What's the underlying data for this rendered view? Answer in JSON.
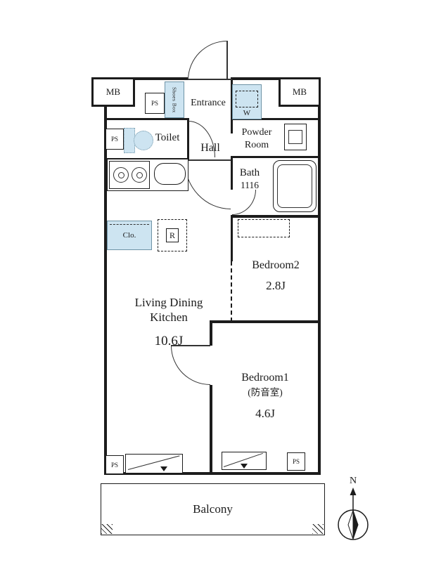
{
  "labels": {
    "mb": "MB",
    "ps": "PS",
    "shoes_box": "Shoes Box",
    "entrance": "Entrance",
    "washer": "W",
    "toilet": "Toilet",
    "hall": "Hall",
    "powder_room": "Powder Room",
    "bath": "Bath",
    "bath_size": "1116",
    "closet": "Clo.",
    "refrigerator": "R",
    "balcony": "Balcony",
    "compass_north": "N"
  },
  "rooms": {
    "ldk": {
      "name": "Living Dining Kitchen",
      "size": "10.6J"
    },
    "bedroom1": {
      "name": "Bedroom1",
      "note": "(防音室)",
      "size": "4.6J"
    },
    "bedroom2": {
      "name": "Bedroom2",
      "size": "2.8J"
    }
  },
  "colors": {
    "fixture_fill": "#cde4f1",
    "line": "#1c1c1c"
  }
}
